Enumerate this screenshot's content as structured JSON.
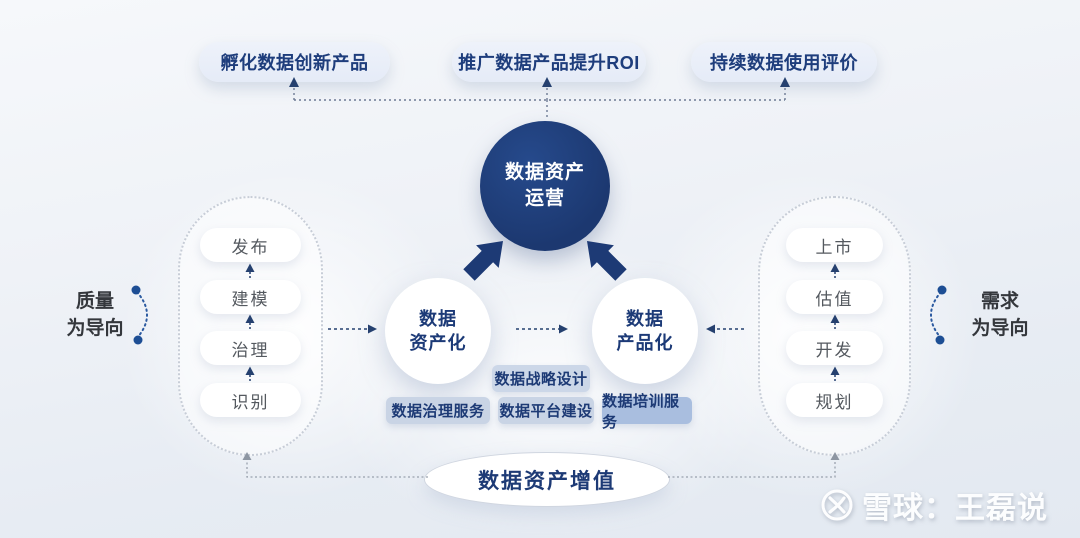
{
  "top_outcomes": {
    "items": [
      "孵化数据创新产品",
      "推广数据产品提升ROI",
      "持续数据使用评价"
    ]
  },
  "hub": {
    "line1": "数据资产",
    "line2": "运营"
  },
  "left_label": {
    "line1": "质量",
    "line2": "为导向"
  },
  "right_label": {
    "line1": "需求",
    "line2": "为导向"
  },
  "left_capsule": {
    "items": [
      "发布",
      "建模",
      "治理",
      "识别"
    ]
  },
  "right_capsule": {
    "items": [
      "上市",
      "估值",
      "开发",
      "规划"
    ]
  },
  "process_circles": {
    "left": {
      "line1": "数据",
      "line2": "资产化"
    },
    "right": {
      "line1": "数据",
      "line2": "产品化"
    }
  },
  "services": {
    "top": "数据战略设计",
    "bottom": [
      "数据治理服务",
      "数据平台建设",
      "数据培训服务"
    ]
  },
  "value_ellipse": {
    "label": "数据资产增值"
  },
  "watermark": {
    "text": "雪球：王磊说"
  },
  "colors": {
    "primary_navy": "#1d3a75",
    "service_tag_light": "#cad5e6",
    "service_tag_blue": "#a9bedf",
    "connector_gray": "#99a1ad",
    "arc_blue": "#1d4e94"
  }
}
